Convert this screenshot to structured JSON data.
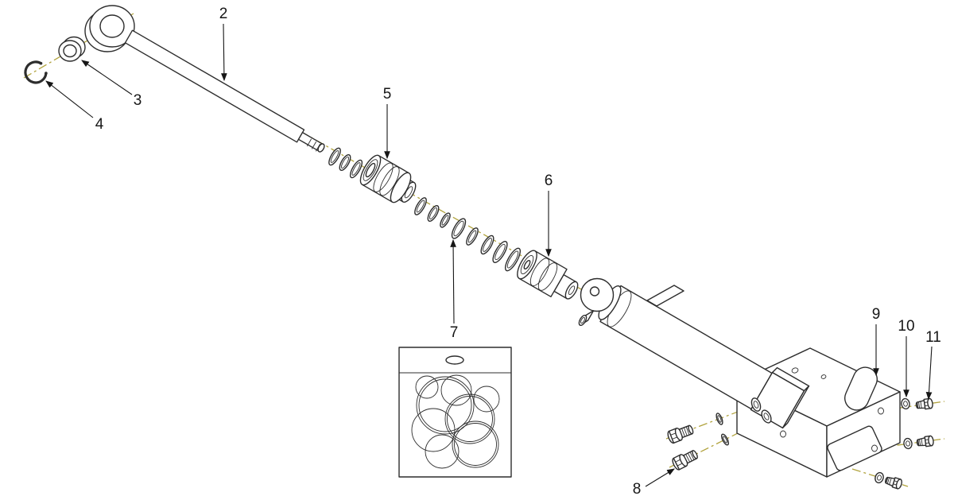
{
  "callouts": [
    {
      "label": "2"
    },
    {
      "label": "3"
    },
    {
      "label": "4"
    },
    {
      "label": "5"
    },
    {
      "label": "6"
    },
    {
      "label": "7"
    },
    {
      "label": "8"
    },
    {
      "label": "9"
    },
    {
      "label": "10"
    },
    {
      "label": "11"
    }
  ],
  "colors": {
    "line": "#2d2d2d",
    "centerline": "#b1a33e",
    "background": "#ffffff",
    "callout": "#161616"
  }
}
